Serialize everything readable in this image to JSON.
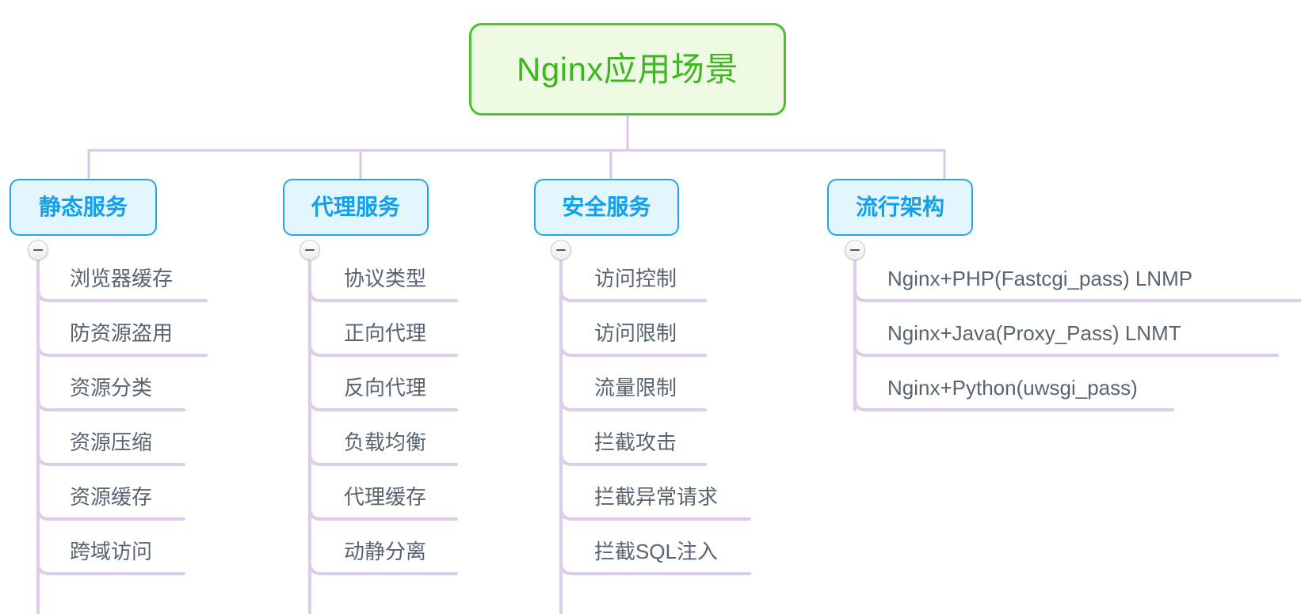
{
  "diagram": {
    "type": "mindmap",
    "title": "Nginx应用场景",
    "colors": {
      "root_border": "#4cc22c",
      "root_fill": "#eefae4",
      "root_text": "#3fb522",
      "branch_border": "#20a7ec",
      "branch_fill": "#e3f5fd",
      "branch_text": "#12a0ec",
      "leaf_text": "#58646f",
      "connector": "#d9c6e8",
      "background": "#ffffff"
    },
    "root": {
      "label": "Nginx应用场景"
    },
    "branches": [
      {
        "label": "静态服务",
        "collapse_icon": "minus-circle-icon",
        "leaves": [
          "浏览器缓存",
          "防资源盗用",
          "资源分类",
          "资源压缩",
          "资源缓存",
          "跨域访问"
        ]
      },
      {
        "label": "代理服务",
        "collapse_icon": "minus-circle-icon",
        "leaves": [
          "协议类型",
          "正向代理",
          "反向代理",
          "负载均衡",
          "代理缓存",
          "动静分离"
        ]
      },
      {
        "label": "安全服务",
        "collapse_icon": "minus-circle-icon",
        "leaves": [
          "访问控制",
          "访问限制",
          "流量限制",
          "拦截攻击",
          "拦截异常请求",
          "拦截SQL注入"
        ]
      },
      {
        "label": "流行架构",
        "collapse_icon": "minus-circle-icon",
        "leaves": [
          "Nginx+PHP(Fastcgi_pass) LNMP",
          "Nginx+Java(Proxy_Pass) LNMT",
          "Nginx+Python(uwsgi_pass)"
        ]
      }
    ]
  }
}
